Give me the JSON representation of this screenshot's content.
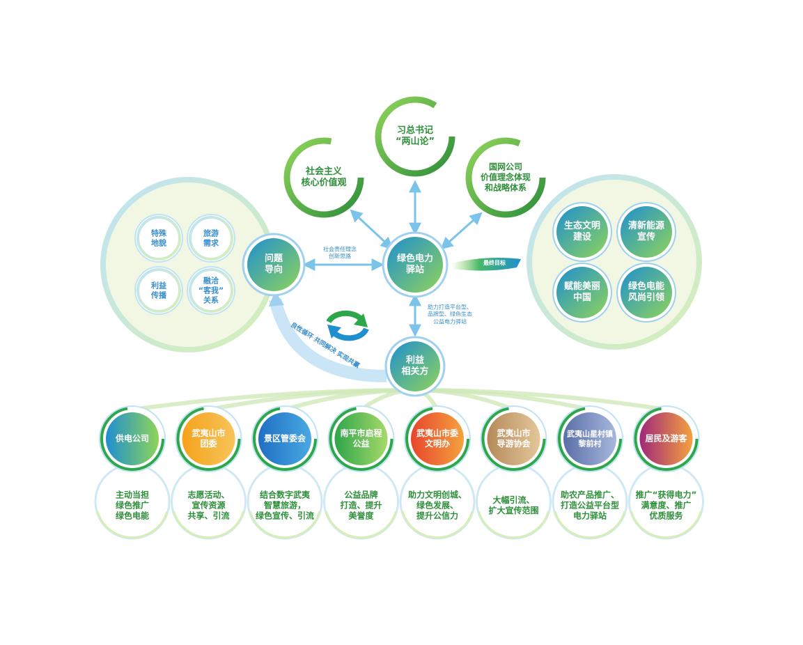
{
  "center": {
    "label": "绿色电力\n驿站"
  },
  "problem": {
    "label": "问题\n导向"
  },
  "stakeholders": {
    "label": "利益\n相关方"
  },
  "top_nodes": [
    {
      "label": "习总书记\n“两山论”"
    },
    {
      "label": "社会主义\n核心价值观"
    },
    {
      "label": "国网公司\n价值理念体现\n和战略体系"
    }
  ],
  "left_cluster": [
    {
      "label": "特殊\n地貌"
    },
    {
      "label": "旅游\n需求"
    },
    {
      "label": "利益\n传播"
    },
    {
      "label": "融洽\n“客我”\n关系"
    }
  ],
  "right_cluster": [
    {
      "label": "生态文明\n建设"
    },
    {
      "label": "清新能源\n宣传"
    },
    {
      "label": "赋能美丽\n中国"
    },
    {
      "label": "绿色电能\n风尚引领"
    }
  ],
  "edge_labels": {
    "social": "社会责任理念\n创新思路",
    "goal": "最终目标",
    "help": "助力打造平台型、\n品牌型、绿色生态\n公益电力驿站",
    "cycle": "良性循环  共同解决  实现共赢"
  },
  "bottom_nodes": [
    {
      "name": "供电公司",
      "desc": "主动当担\n绿色推广\n绿色电能",
      "c1": "#1f8fcf",
      "c2": "#8fd45a"
    },
    {
      "name": "武夷山市\n团委",
      "desc": "志愿活动、\n宣传资源\n共享、引流",
      "c1": "#f6a21c",
      "c2": "#f7c45a"
    },
    {
      "name": "景区管委会",
      "desc": "结合数字武夷\n智慧旅游，\n绿色宣传、引流",
      "c1": "#1f6fc4",
      "c2": "#49a9e2"
    },
    {
      "name": "南平市启程\n公益",
      "desc": "公益品牌\n打造、提升\n美誉度",
      "c1": "#2ea64a",
      "c2": "#a6d96a"
    },
    {
      "name": "武夷山市委\n文明办",
      "desc": "助力文明创城、\n绿色发展、\n提升公信力",
      "c1": "#e8452c",
      "c2": "#f4a23e"
    },
    {
      "name": "武夷山市\n导游协会",
      "desc": "大幅引流、\n扩大宣传范围",
      "c1": "#b68a5a",
      "c2": "#e3c79a"
    },
    {
      "name": "武夷山星村镇\n黎前村",
      "desc": "助农产品推广、\n打造公益平台型\n电力驿站",
      "c1": "#5a6fa8",
      "c2": "#a8b8dc"
    },
    {
      "name": "居民及游客",
      "desc": "推广“获得电力”\n满意度、推广\n优质服务",
      "c1": "#a0287a",
      "c2": "#f4a23e"
    }
  ]
}
